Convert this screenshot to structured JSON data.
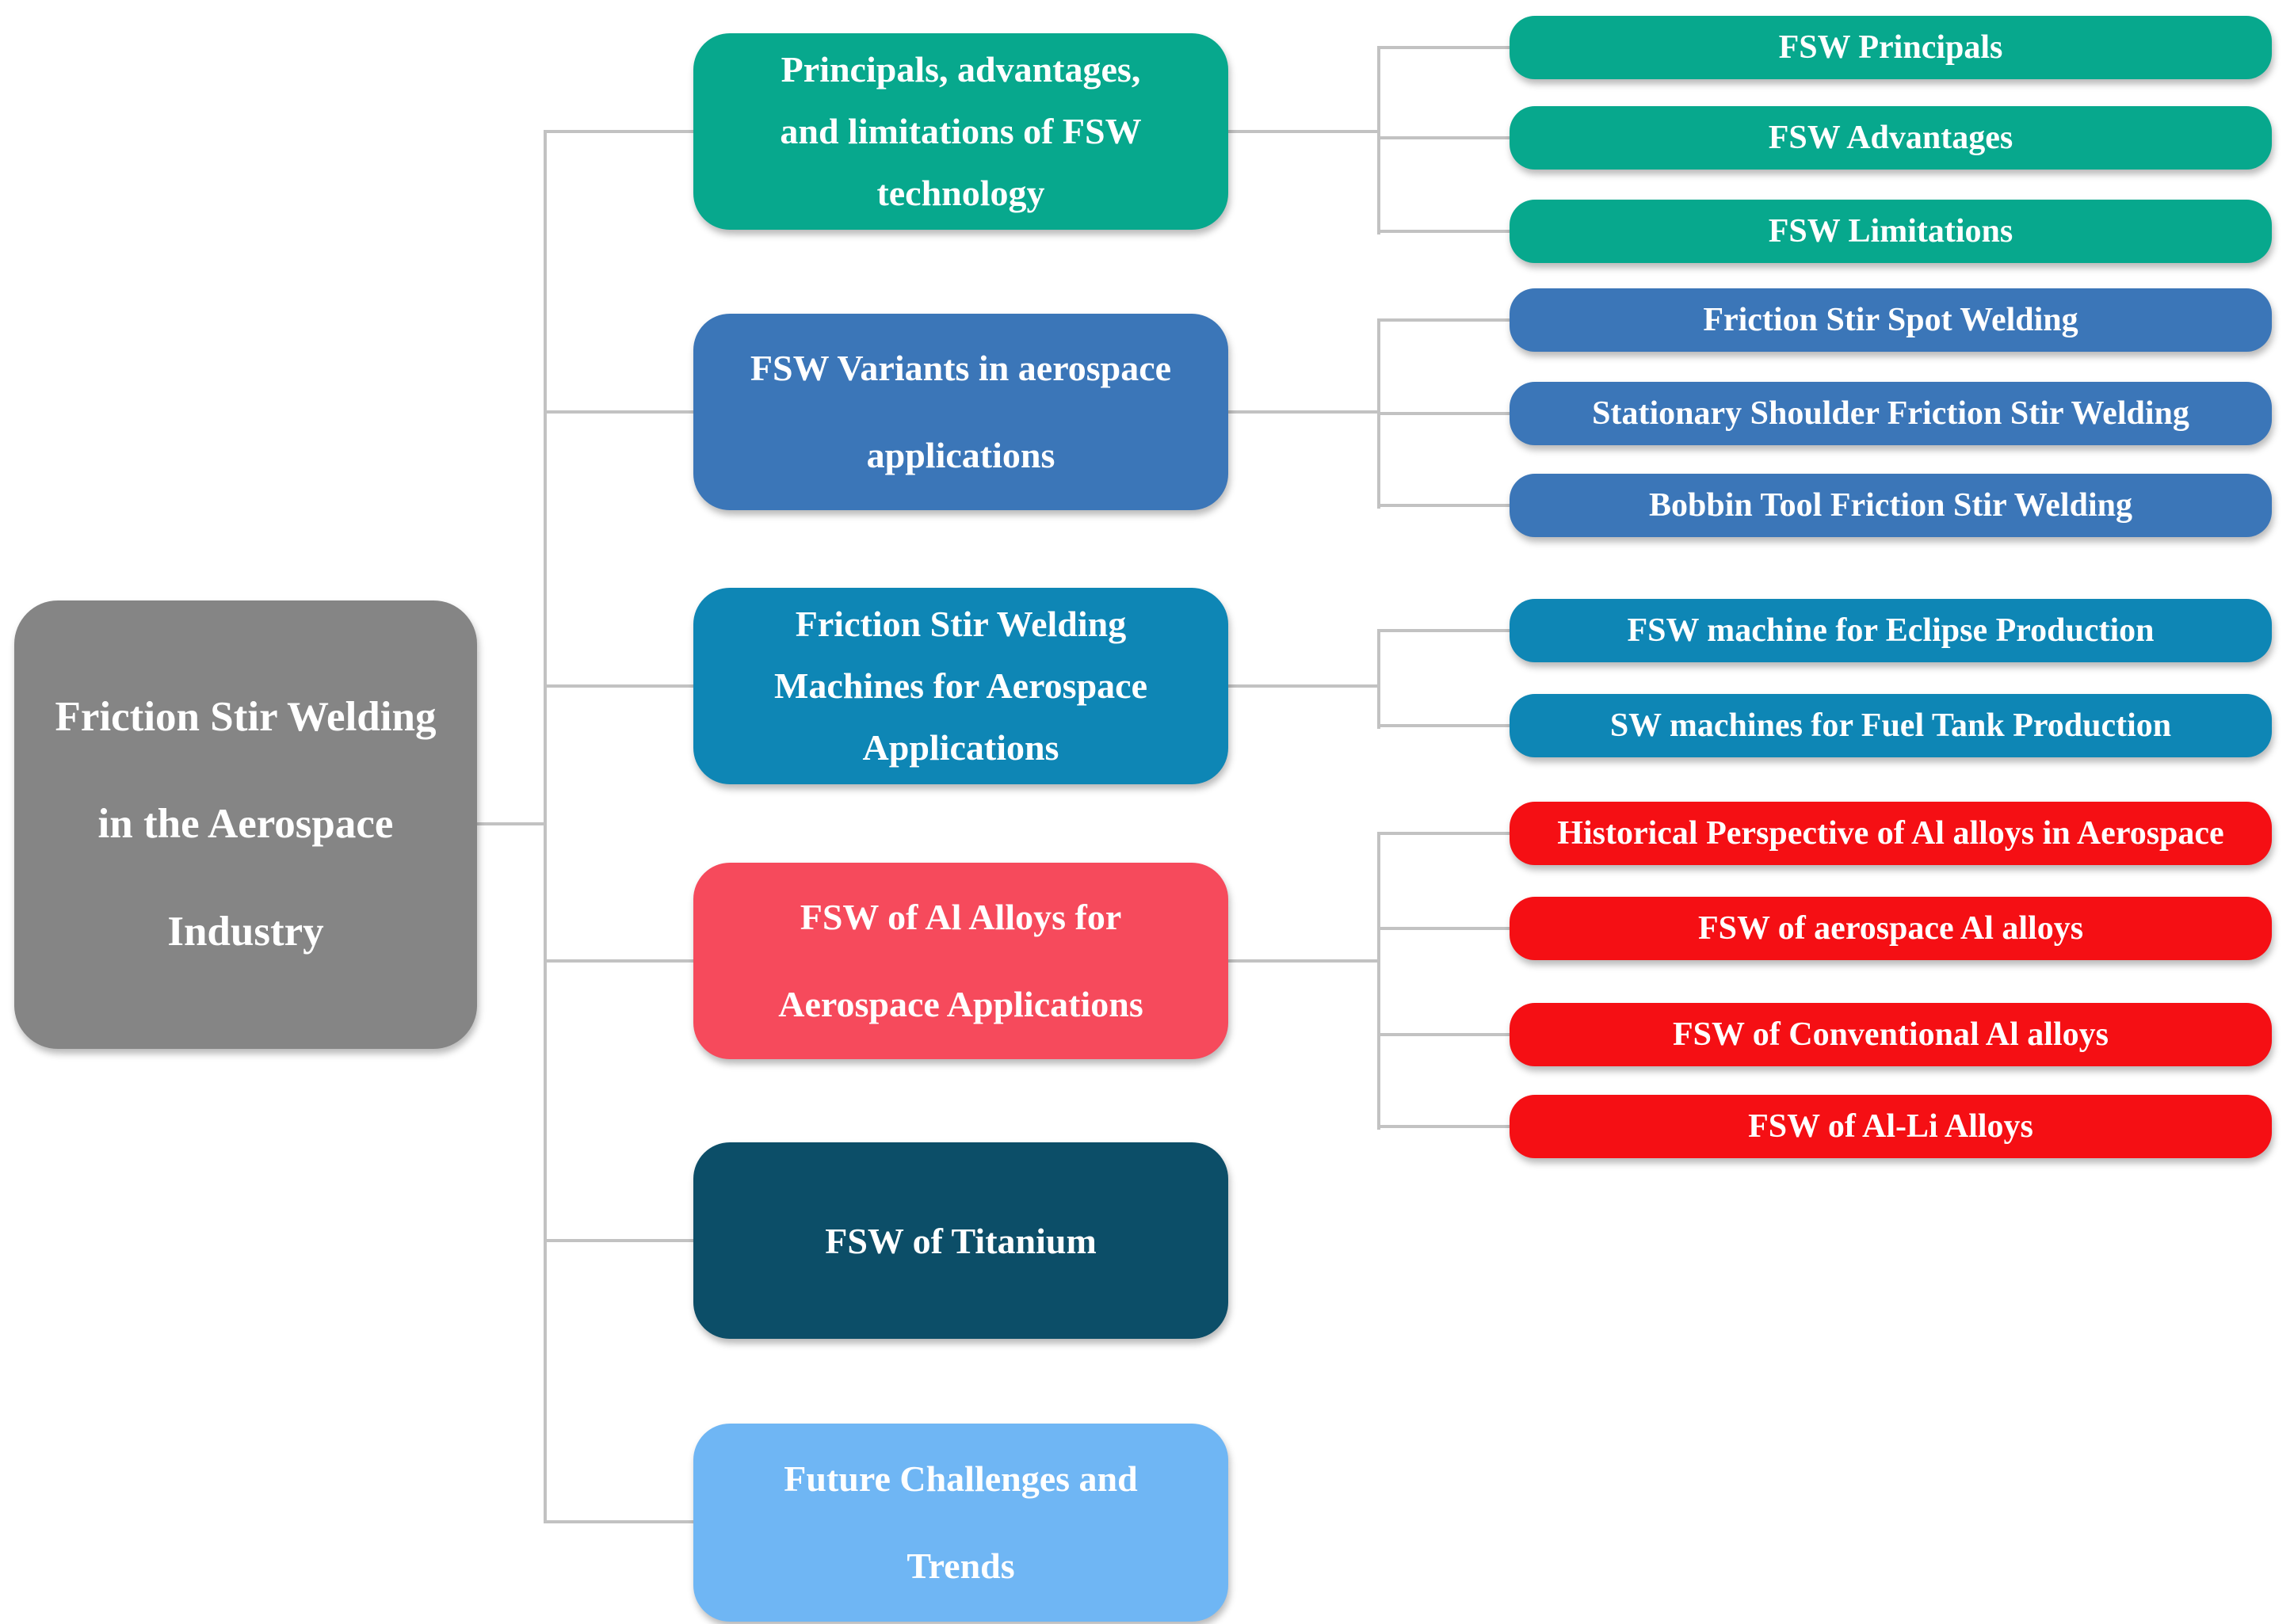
{
  "diagram": {
    "root": {
      "lines": [
        "Friction Stir Welding",
        "in the Aerospace",
        "Industry"
      ],
      "color": "#858585"
    },
    "branches": [
      {
        "label": "Principals, advantages, and limitations of FSW technology",
        "lines": [
          "Principals, advantages,",
          "and limitations of FSW",
          "technology"
        ],
        "color": "#07A88D",
        "child_color": "#07A88D",
        "children": [
          {
            "label": "FSW Principals"
          },
          {
            "label": "FSW Advantages"
          },
          {
            "label": "FSW Limitations"
          }
        ]
      },
      {
        "label": "FSW Variants in aerospace applications",
        "lines": [
          "FSW Variants in aerospace",
          "applications"
        ],
        "color": "#3B76B8",
        "child_color": "#3B76B8",
        "children": [
          {
            "label": "Friction Stir Spot Welding"
          },
          {
            "label": "Stationary Shoulder Friction Stir Welding"
          },
          {
            "label": "Bobbin Tool Friction Stir Welding"
          }
        ]
      },
      {
        "label": "Friction Stir Welding Machines for Aerospace Applications",
        "lines": [
          "Friction Stir Welding",
          "Machines for Aerospace",
          "Applications"
        ],
        "color": "#0E86B5",
        "child_color": "#0E86B5",
        "children": [
          {
            "label": "FSW machine for Eclipse Production"
          },
          {
            "label": "SW machines for Fuel Tank Production"
          }
        ]
      },
      {
        "label": "FSW of Al Alloys for Aerospace Applications",
        "lines": [
          "FSW of Al Alloys for",
          "Aerospace Applications"
        ],
        "color": "#F64A5C",
        "child_color": "#F50F14",
        "children": [
          {
            "label": "Historical Perspective of Al alloys in Aerospace"
          },
          {
            "label": "FSW of aerospace Al alloys"
          },
          {
            "label": "FSW of Conventional Al alloys"
          },
          {
            "label": "FSW of Al-Li Alloys"
          }
        ]
      },
      {
        "label": "FSW of Titanium",
        "lines": [
          "FSW of Titanium"
        ],
        "color": "#0C4E68",
        "child_color": "#0C4E68",
        "children": []
      },
      {
        "label": "Future Challenges and Trends",
        "lines": [
          "Future Challenges and",
          "Trends"
        ],
        "color": "#6FB6F4",
        "child_color": "#6FB6F4",
        "children": []
      }
    ],
    "colors": {
      "connector": "#C2C2C2",
      "text": "#FFFFFF",
      "background": "#FFFFFF"
    }
  }
}
